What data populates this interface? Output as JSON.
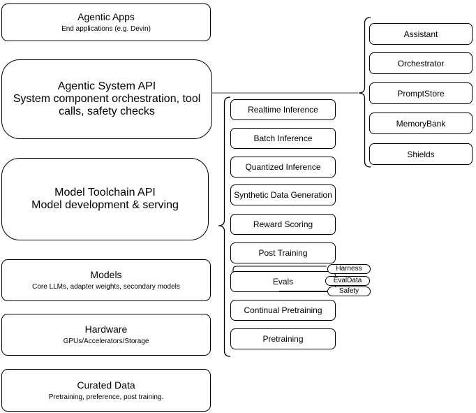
{
  "diagram": {
    "layers": [
      {
        "title": "Agentic Apps",
        "subtitle": "End applications (e.g. Devin)"
      },
      {
        "title": "Agentic System API",
        "subtitle": "System component orchestration, tool calls, safety checks"
      },
      {
        "title": "Model Toolchain API",
        "subtitle": "Model development & serving"
      },
      {
        "title": "Models",
        "subtitle": "Core LLMs, adapter weights, secondary models"
      },
      {
        "title": "Hardware",
        "subtitle": "GPUs/Accelerators/Storage"
      },
      {
        "title": "Curated Data",
        "subtitle": "Pretraining, preference, post training."
      }
    ],
    "toolchain_api_items": [
      "Realtime Inference",
      "Batch Inference",
      "Quantized Inference",
      "Synthetic Data Generation",
      "Reward Scoring",
      "Post Training",
      "Evals",
      "Continual Pretraining",
      "Pretraining"
    ],
    "eval_tags": [
      "Harness",
      "EvalData",
      "Safety"
    ],
    "system_api_items": [
      "Assistant",
      "Orchestrator",
      "PromptStore",
      "MemoryBank",
      "Shields"
    ],
    "colors": {
      "stroke": "#000000",
      "fill": "#ffffff"
    }
  }
}
